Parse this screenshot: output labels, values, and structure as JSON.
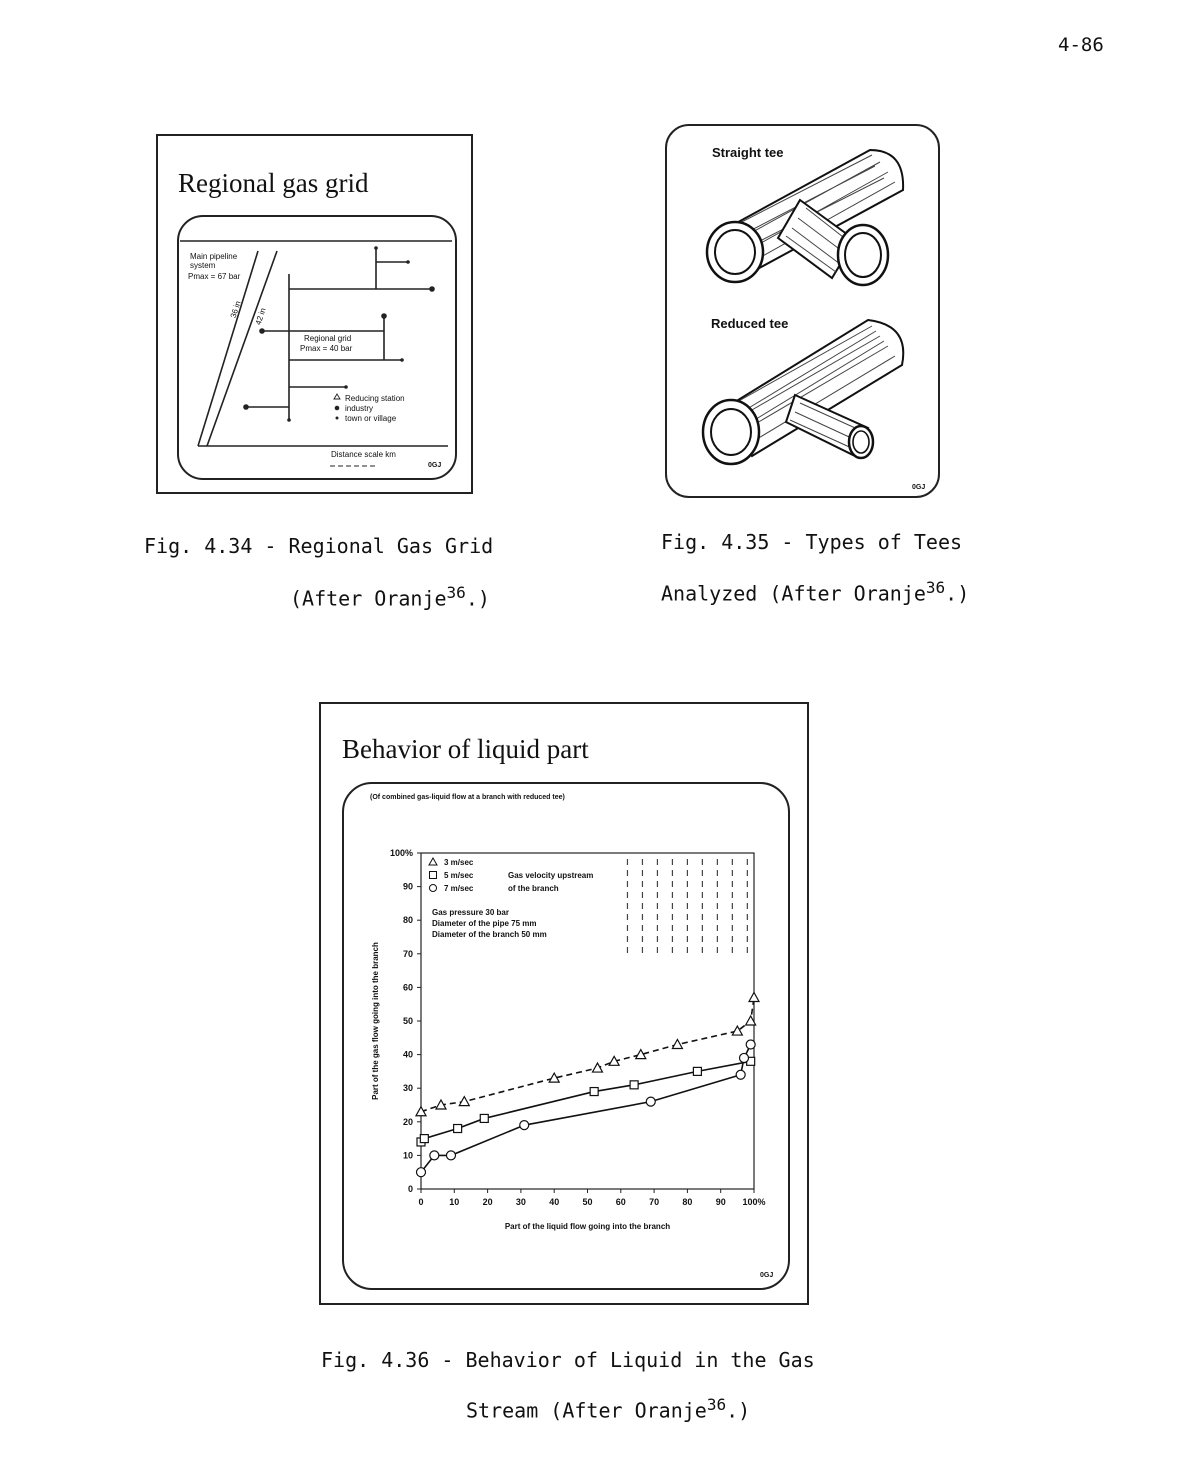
{
  "page_number": "4-86",
  "fig434": {
    "title": "Regional gas grid",
    "labels": {
      "main_pipeline": "Main pipeline system",
      "pmax1": "Pmax = 67 bar",
      "d36": "36 in",
      "d42": "42 in",
      "regional_grid": "Regional grid",
      "pmax2": "Pmax = 40 bar",
      "legend_reducing": "Reducing station",
      "legend_industry": "industry",
      "legend_town": "town or village",
      "scale": "Distance scale km",
      "code": "0GJ"
    },
    "caption_line1": "Fig. 4.34 - Regional Gas Grid",
    "caption_line2": "(After Oranje",
    "caption_ref": "36",
    "caption_end": ".)"
  },
  "fig435": {
    "label_straight": "Straight tee",
    "label_reduced": "Reduced tee",
    "code": "0GJ",
    "caption_line1": "Fig. 4.35 - Types of Tees",
    "caption_line2": "Analyzed (After Oranje",
    "caption_ref": "36",
    "caption_end": ".)"
  },
  "fig436": {
    "title": "Behavior of liquid part",
    "subtitle": "(Of combined gas-liquid flow at a branch with reduced tee)",
    "code": "0GJ",
    "caption_line1": "Fig. 4.36 - Behavior of Liquid in the Gas",
    "caption_line2": "Stream (After Oranje",
    "caption_ref": "36",
    "caption_end": ".)"
  },
  "chart_data": {
    "type": "line",
    "title": "Behavior of liquid part",
    "subtitle": "(Of combined gas-liquid flow at a branch with reduced tee)",
    "xlabel": "Part of the liquid flow going into the branch",
    "ylabel": "Part of the gas flow going into the branch",
    "xlim": [
      0,
      100
    ],
    "ylim": [
      0,
      100
    ],
    "x_ticks": [
      "0",
      "10",
      "20",
      "30",
      "40",
      "50",
      "60",
      "70",
      "80",
      "90",
      "100%"
    ],
    "y_ticks": [
      "0",
      "10",
      "20",
      "30",
      "40",
      "50",
      "60",
      "70",
      "80",
      "90",
      "100%"
    ],
    "legend": {
      "entries": [
        "3 m/sec",
        "5 m/sec",
        "7 m/sec"
      ],
      "group_label": "Gas velocity upstream of the branch",
      "notes": [
        "Gas pressure 30 bar",
        "Diameter of the pipe 75 mm",
        "Diameter of the branch 50 mm"
      ]
    },
    "series": [
      {
        "name": "3 m/sec",
        "marker": "triangle",
        "style": "dashed",
        "x": [
          0,
          6,
          13,
          40,
          53,
          58,
          66,
          77,
          95,
          99,
          100
        ],
        "y": [
          23,
          25,
          26,
          33,
          36,
          38,
          40,
          43,
          47,
          50,
          57
        ]
      },
      {
        "name": "5 m/sec",
        "marker": "square",
        "style": "solid",
        "x": [
          0,
          1,
          11,
          19,
          52,
          64,
          83,
          99
        ],
        "y": [
          14,
          15,
          18,
          21,
          29,
          31,
          35,
          38
        ]
      },
      {
        "name": "7 m/sec",
        "marker": "circle",
        "style": "solid",
        "x": [
          0,
          4,
          9,
          31,
          69,
          96,
          97,
          99
        ],
        "y": [
          5,
          10,
          10,
          19,
          26,
          34,
          39,
          43
        ]
      }
    ]
  }
}
